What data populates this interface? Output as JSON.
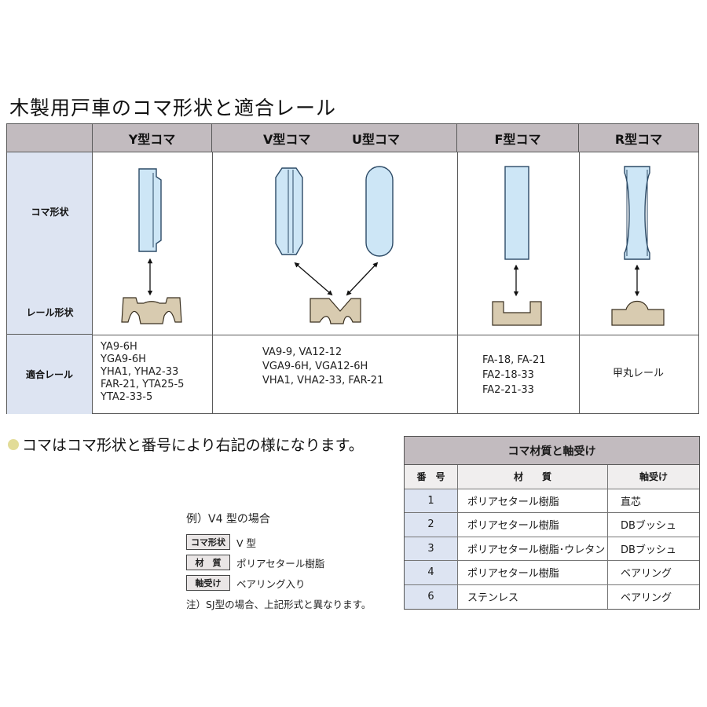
{
  "title": "木製用戸車のコマ形状と適合レール",
  "main_table": {
    "headers": {
      "y": "Y型コマ",
      "v": "V型コマ",
      "u": "U型コマ",
      "f": "F型コマ",
      "r": "R型コマ"
    },
    "row_labels": {
      "koma_shape": "コマ形状",
      "rail_shape": "レール形状",
      "rail_fit": "適合レール"
    },
    "rails": {
      "y": [
        "YA9-6H",
        "YGA9-6H",
        "YHA1, YHA2-33",
        "FAR-21, YTA25-5",
        "YTA2-33-5"
      ],
      "vu": [
        "VA9-9, VA12-12",
        "VGA9-6H, VGA12-6H",
        "VHA1, VHA2-33, FAR-21"
      ],
      "f": [
        "FA-18, FA-21",
        "FA2-18-33",
        "FA2-21-33"
      ],
      "r": [
        "甲丸レール"
      ]
    }
  },
  "note": "コマはコマ形状と番号により右記の様になります。",
  "example": {
    "title": "例）V4 型の場合",
    "rows": [
      {
        "label": "コマ形状",
        "value": "V 型"
      },
      {
        "label": "材　質",
        "value": "ポリアセタール樹脂"
      },
      {
        "label": "軸受け",
        "value": "ベアリング入り"
      }
    ],
    "footnote": "注）SJ型の場合、上記形式と異なります。"
  },
  "material_table": {
    "caption": "コマ材質と軸受け",
    "headers": {
      "no": "番　号",
      "material": "材　　質",
      "bearing": "軸受け"
    },
    "rows": [
      {
        "no": "1",
        "material": "ポリアセタール樹脂",
        "bearing": "直芯"
      },
      {
        "no": "2",
        "material": "ポリアセタール樹脂",
        "bearing": "DBブッシュ"
      },
      {
        "no": "3",
        "material": "ポリアセタール樹脂･ウレタン",
        "bearing": "DBブッシュ"
      },
      {
        "no": "4",
        "material": "ポリアセタール樹脂",
        "bearing": "ベアリング"
      },
      {
        "no": "6",
        "material": "ステンレス",
        "bearing": "ベアリング"
      }
    ]
  },
  "colors": {
    "header_bg": "#c2bbbf",
    "row_header_bg": "#dde4f2",
    "wheel_fill": "#cde6f6",
    "rail_fill": "#d8cbb0",
    "bullet": "#e2dc98"
  }
}
